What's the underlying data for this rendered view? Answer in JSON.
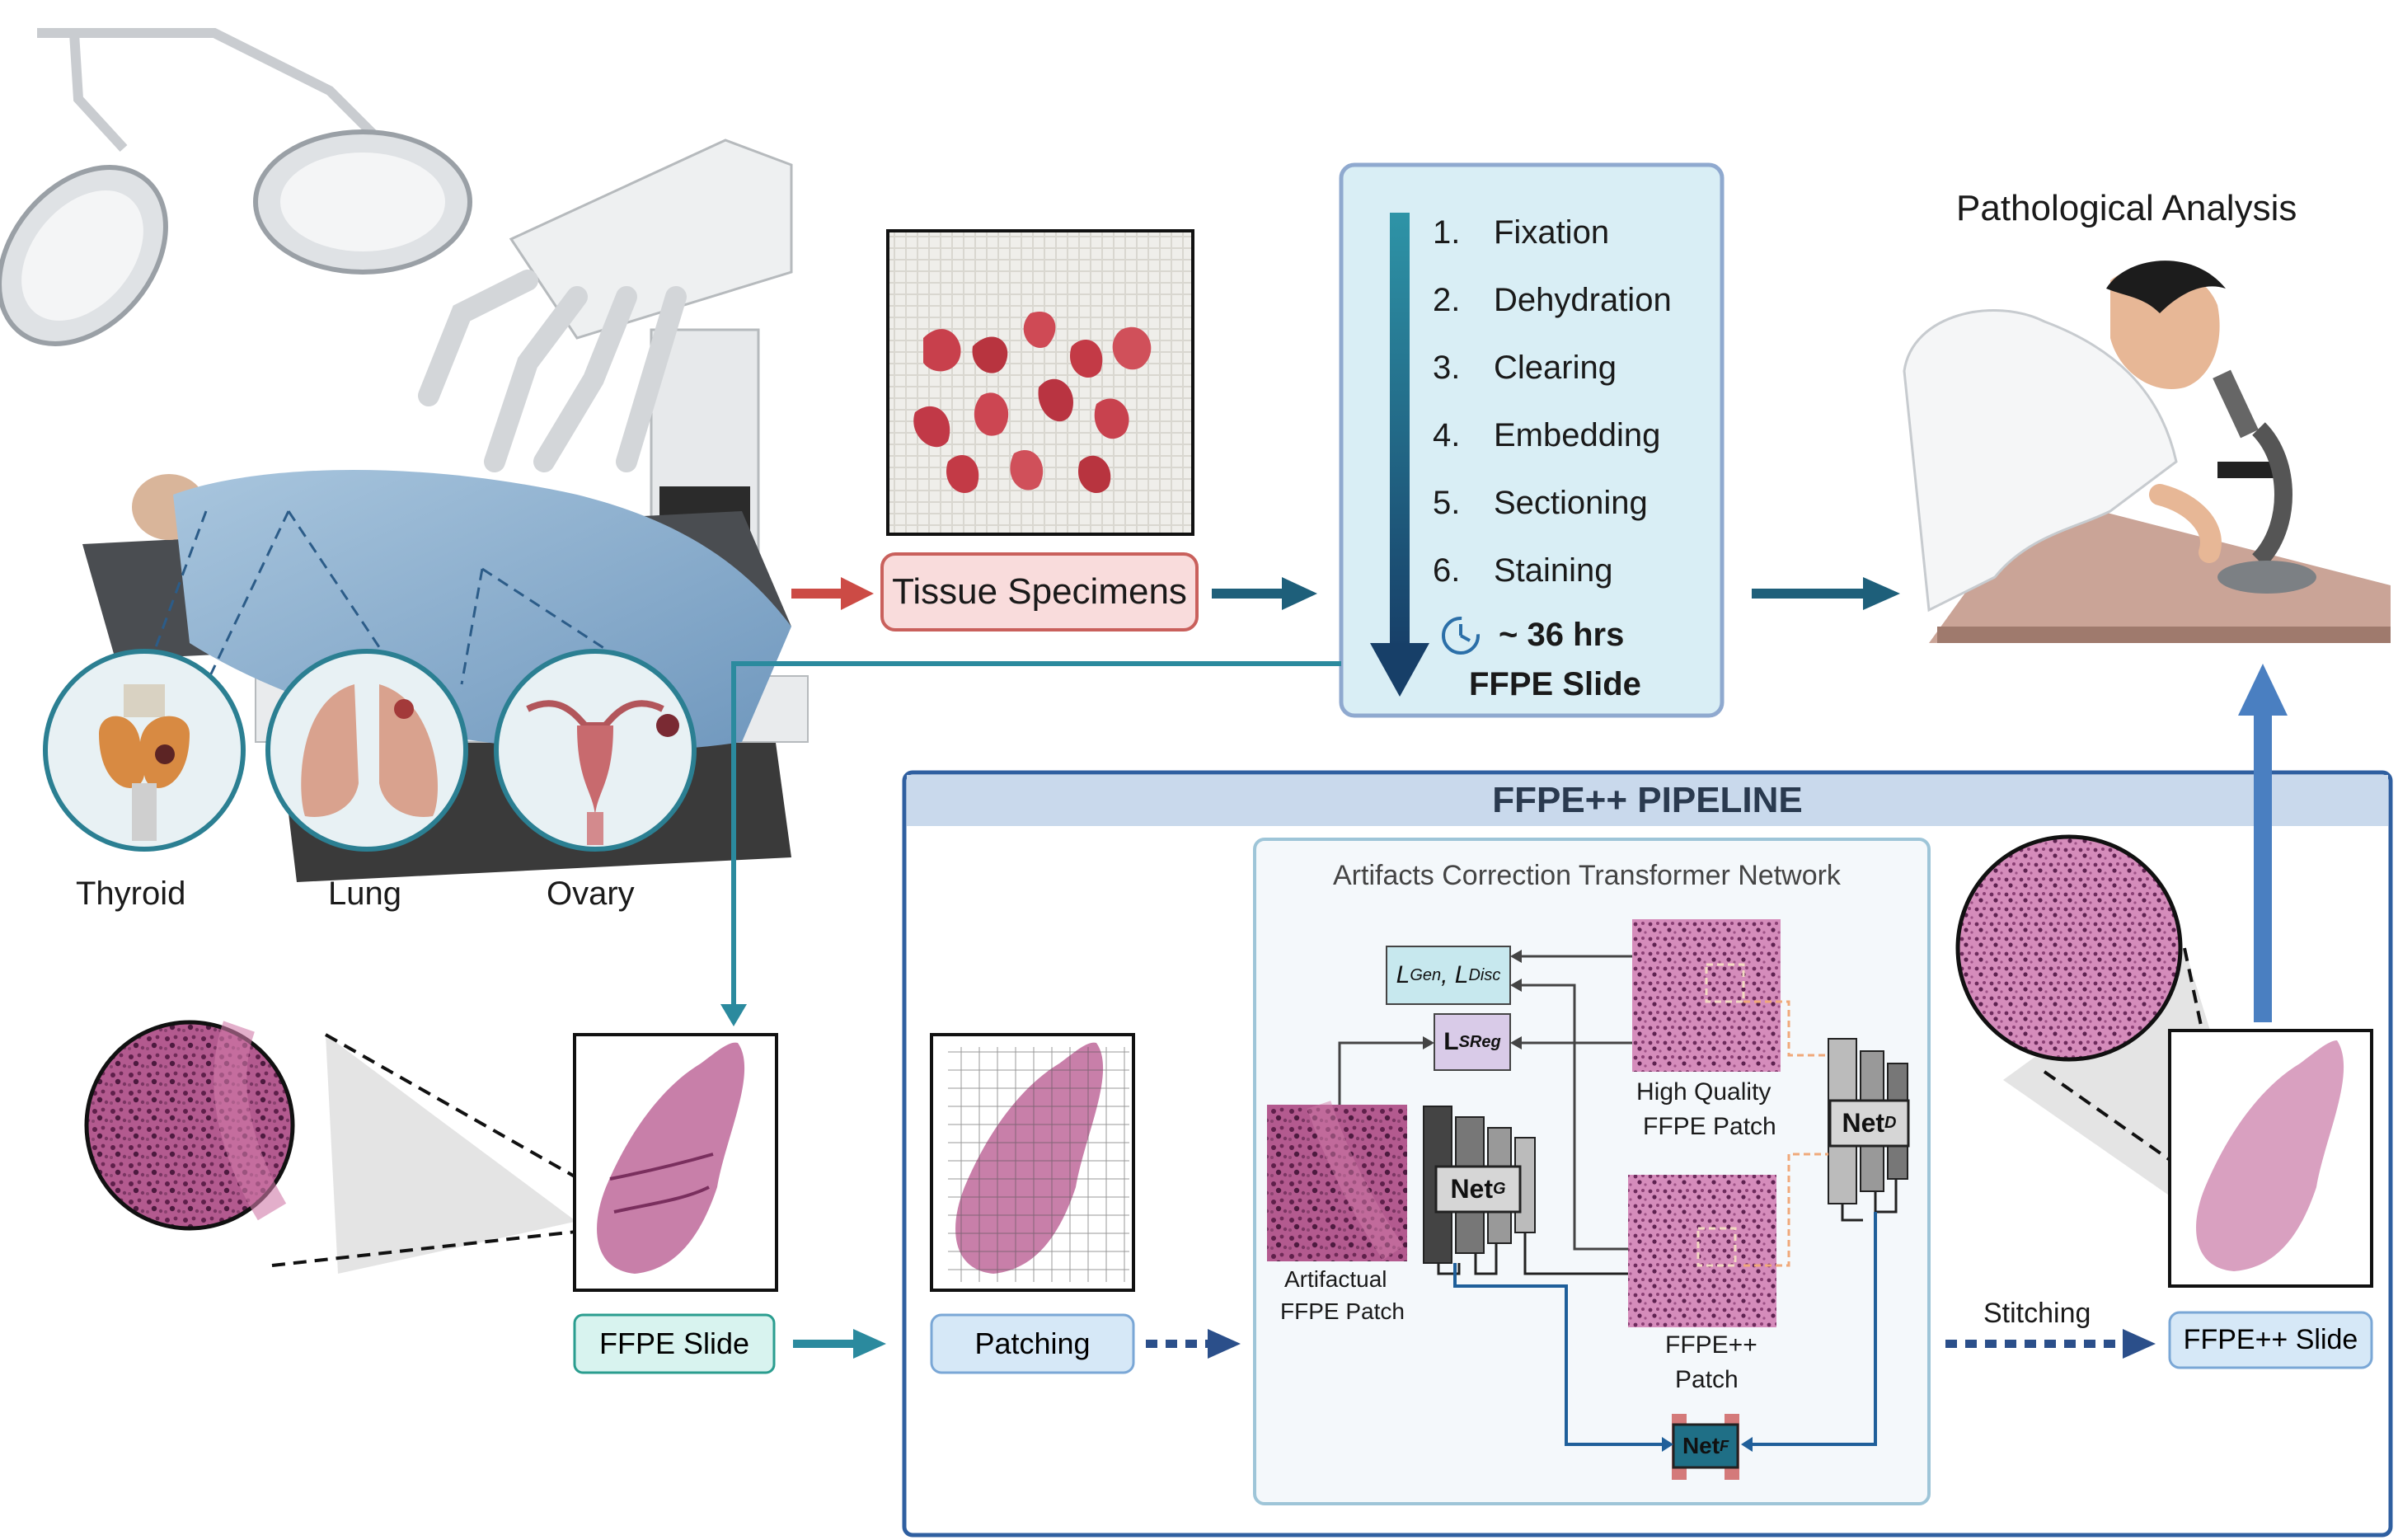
{
  "organs": {
    "thyroid": "Thyroid",
    "lung": "Lung",
    "ovary": "Ovary"
  },
  "specimens_label": "Tissue Specimens",
  "processing": {
    "steps": [
      "Fixation",
      "Dehydration",
      "Clearing",
      "Embedding",
      "Sectioning",
      "Staining"
    ],
    "step_numbers": [
      "1.",
      "2.",
      "3.",
      "4.",
      "5.",
      "6."
    ],
    "duration": "~ 36 hrs",
    "output": "FFPE Slide"
  },
  "analysis_title": "Pathological Analysis",
  "ffpe_slide_label": "FFPE Slide",
  "pipeline": {
    "title": "FFPE++ PIPELINE",
    "patching_label": "Patching",
    "network_title": "Artifacts Correction Transformer Network",
    "loss_gen_disc": {
      "L1": "L",
      "s1": "Gen",
      "comma": ", ",
      "L2": "L",
      "s2": "Disc"
    },
    "loss_sreg": {
      "L": "L",
      "sub": "SReg"
    },
    "net_g": {
      "base": "Net",
      "sub": "G"
    },
    "net_d": {
      "base": "Net",
      "sub": "D"
    },
    "net_f": {
      "base": "Net",
      "sub": "F"
    },
    "hq_patch_label": [
      "High Quality",
      "FFPE Patch"
    ],
    "artifactual_patch_label": [
      "Artifactual",
      "FFPE Patch"
    ],
    "ffpepp_patch_label": [
      "FFPE++",
      "Patch"
    ],
    "stitching_label": "Stitching",
    "output_label": "FFPE++ Slide"
  },
  "colors": {
    "teal_arrow": "#2b8a9e",
    "dark_teal": "#1e5f7a",
    "red_arrow": "#cc4b45",
    "specimen_box_fill": "#f9dcdc",
    "specimen_box_stroke": "#c9605c",
    "process_box_fill": "#d9eef5",
    "process_box_stroke": "#8fa9cf",
    "pipeline_border": "#2f5fa0",
    "pipeline_header_fill": "#c9d9ec",
    "net_fill": "#f4f8fb",
    "net_stroke": "#9ec5d8",
    "ffpe_box_fill": "#d8f3ef",
    "ffpe_box_stroke": "#2a9d8f",
    "blue_label_fill": "#d6e8f7",
    "blue_label_stroke": "#7aa7d6",
    "tissue_pink": "#c87fa9",
    "tissue_dark": "#7a2f5e",
    "up_arrow": "#4a7fc1"
  },
  "icons": {
    "clock": "clock-icon",
    "surgical_robot": "surgical-robot-illustration",
    "pathologist": "pathologist-microscope-illustration"
  }
}
